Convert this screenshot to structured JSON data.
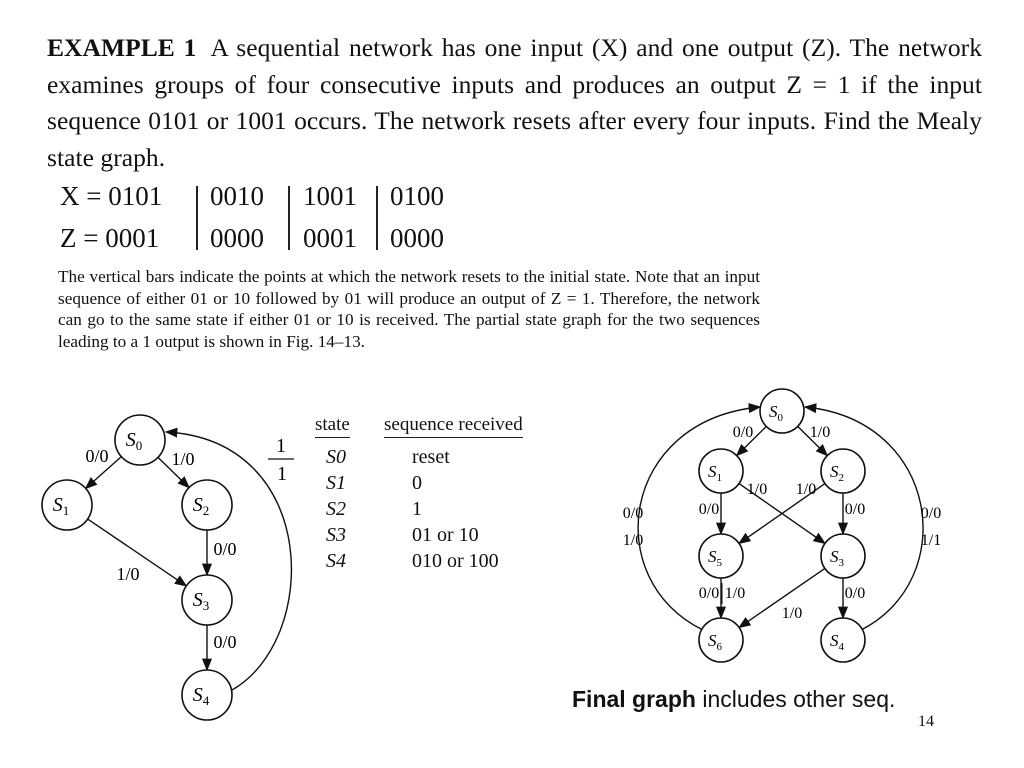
{
  "intro": {
    "heading": "EXAMPLE 1",
    "text": "A sequential network has one input (X) and one output (Z). The network examines groups of four consecutive inputs and produces an output Z = 1 if the input sequence 0101 or 1001 occurs. The network resets after every four inputs. Find the Mealy state graph."
  },
  "sequences": {
    "x_label": "X = 0101",
    "x_groups": [
      "0010",
      "1001",
      "0100"
    ],
    "z_label": "Z = 0001",
    "z_groups": [
      "0000",
      "0001",
      "0000"
    ]
  },
  "note": "The vertical bars indicate the points at which the network resets to the initial state. Note that an input sequence of either 01 or 10 followed by 01 will produce an output of Z = 1. Therefore, the network can go to the same state if either 01 or 10 is received. The partial state graph for the two sequences leading to a 1 output is shown in Fig. 14–13.",
  "state_table": {
    "headers": [
      "state",
      "sequence received"
    ],
    "rows": [
      {
        "state": "S0",
        "seq": "reset"
      },
      {
        "state": "S1",
        "seq": "0"
      },
      {
        "state": "S2",
        "seq": "1"
      },
      {
        "state": "S3",
        "seq": "01 or 10"
      },
      {
        "state": "S4",
        "seq": "010 or 100"
      }
    ]
  },
  "partial_graph": {
    "states": [
      "S0",
      "S1",
      "S2",
      "S3",
      "S4"
    ],
    "edges": [
      {
        "from": "S0",
        "to": "S1",
        "label": "0/0"
      },
      {
        "from": "S0",
        "to": "S2",
        "label": "1/0"
      },
      {
        "from": "S1",
        "to": "S3",
        "label": "1/0"
      },
      {
        "from": "S2",
        "to": "S3",
        "label": "0/0"
      },
      {
        "from": "S3",
        "to": "S4",
        "label": "0/0"
      },
      {
        "from": "S4",
        "to": "S0",
        "label": "1/1"
      }
    ]
  },
  "final_graph": {
    "states": [
      "S0",
      "S1",
      "S2",
      "S5",
      "S3",
      "S6",
      "S4"
    ],
    "edges": [
      {
        "from": "S0",
        "to": "S1",
        "label": "0/0"
      },
      {
        "from": "S0",
        "to": "S2",
        "label": "1/0"
      },
      {
        "from": "S1",
        "to": "S5",
        "label": "0/0"
      },
      {
        "from": "S1",
        "to": "S3",
        "label": "1/0"
      },
      {
        "from": "S2",
        "to": "S5",
        "label": "1/0"
      },
      {
        "from": "S2",
        "to": "S3",
        "label": "0/0"
      },
      {
        "from": "S5",
        "to": "S6",
        "label": "0/0 1/0"
      },
      {
        "from": "S3",
        "to": "S6",
        "label": "1/0"
      },
      {
        "from": "S3",
        "to": "S4",
        "label": "0/0"
      },
      {
        "from": "S6",
        "to": "S0",
        "label": "0/0 1/0"
      },
      {
        "from": "S4",
        "to": "S0",
        "label": "0/0 1/1"
      }
    ]
  },
  "caption": {
    "bold": "Final graph",
    "rest": " includes other seq."
  },
  "page_number": "14"
}
